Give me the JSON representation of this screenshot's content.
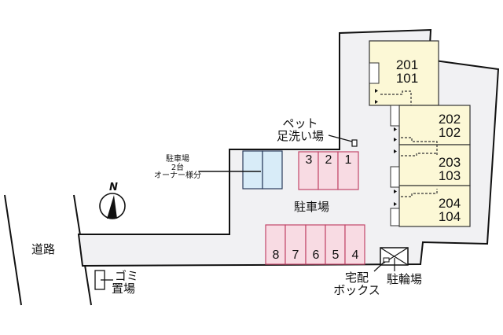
{
  "diagram": {
    "type": "site-plan",
    "colors": {
      "site": "#f1f1f3",
      "outline": "#111111",
      "unit_fill": "#fcf8d6",
      "tenant_parking": "#f8dbe3",
      "tenant_parking_border": "#c2476a",
      "owner_parking": "#d8ecf8",
      "owner_parking_border": "#2b3d5c"
    },
    "road": {
      "label": "道路"
    },
    "compass": {
      "label": "N"
    },
    "units": [
      {
        "upper": "201",
        "lower": "101"
      },
      {
        "upper": "202",
        "lower": "102"
      },
      {
        "upper": "203",
        "lower": "103"
      },
      {
        "upper": "204",
        "lower": "104"
      }
    ],
    "parking": {
      "main_label": "駐車場",
      "top_row": [
        "3",
        "2",
        "1"
      ],
      "bottom_row": [
        "8",
        "7",
        "6",
        "5",
        "4"
      ],
      "owner": {
        "line1": "駐車場",
        "line2": "2台",
        "line3": "オーナー様分"
      }
    },
    "facilities": {
      "pet_wash": {
        "line1": "ペット",
        "line2": "足洗い場"
      },
      "delivery_box": {
        "line1": "宅配",
        "line2": "ボックス"
      },
      "bicycle_parking": {
        "label": "駐輪場"
      },
      "garbage": {
        "line1": "ゴミ",
        "line2": "置場"
      }
    }
  }
}
